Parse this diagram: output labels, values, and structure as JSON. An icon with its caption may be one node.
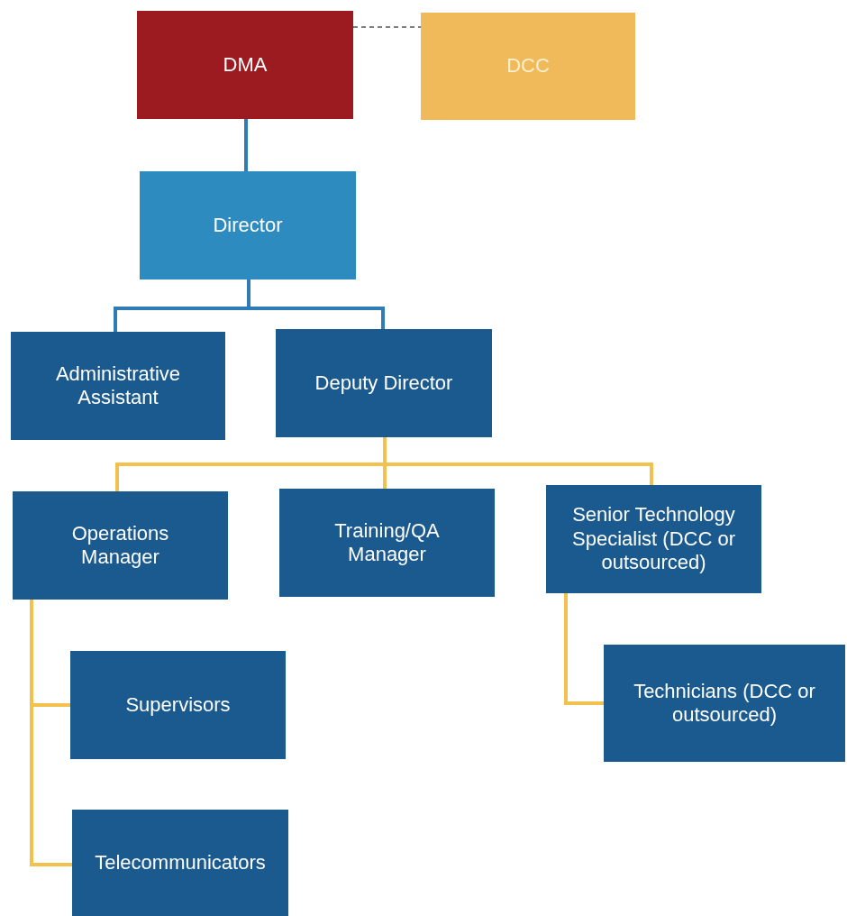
{
  "diagram": {
    "nodes": [
      {
        "text": [
          "DMA"
        ]
      },
      {
        "text": [
          "DCC"
        ]
      },
      {
        "text": [
          "Director"
        ]
      },
      {
        "text": [
          "Administrative Assistant"
        ]
      },
      {
        "text": [
          "Deputy Director"
        ]
      },
      {
        "text": [
          "Operations Manager"
        ]
      },
      {
        "text": [
          "Training/QA Manager"
        ]
      },
      {
        "text": [
          "Senior Technology Specialist (DCC or outsourced)"
        ]
      },
      {
        "text": [
          "Supervisors"
        ]
      },
      {
        "text": [
          "Telecommunicators"
        ]
      },
      {
        "text": [
          "Technicians (DCC or outsourced)"
        ]
      }
    ],
    "edges": [
      {
        "from": 0,
        "to": 1,
        "arrow": "none",
        "style": "dashed",
        "color": "#555555"
      },
      {
        "from": 0,
        "to": 2,
        "arrow": "none",
        "color": "#2e7bb5"
      },
      {
        "from": 2,
        "to": 3,
        "arrow": "none",
        "color": "#2e7bb5"
      },
      {
        "from": 2,
        "to": 4,
        "arrow": "none",
        "color": "#2e7bb5"
      },
      {
        "from": 4,
        "to": 5,
        "arrow": "none"
      },
      {
        "from": 4,
        "to": 6,
        "arrow": "none"
      },
      {
        "from": 4,
        "to": 7,
        "arrow": "none"
      },
      {
        "from": 5,
        "to": 8,
        "arrow": "none"
      },
      {
        "from": 5,
        "to": 9,
        "arrow": "none"
      },
      {
        "from": 7,
        "to": 10,
        "arrow": "none"
      }
    ]
  }
}
